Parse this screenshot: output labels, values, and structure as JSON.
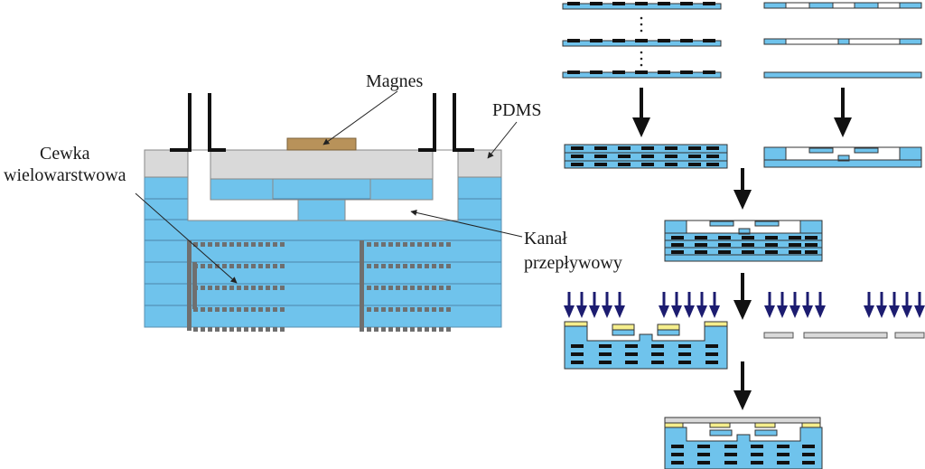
{
  "labels": {
    "magnet": "Magnes",
    "pdms": "PDMS",
    "coil_line1": "Cewka",
    "coil_line2": "wielowarstwowa",
    "channel_line1": "Kanał",
    "channel_line2": "przepływowy"
  },
  "colors": {
    "ceramic_blue": "#6fc3ec",
    "pdms_gray": "#d9d9d9",
    "magnet_tan": "#b8925a",
    "coil_gray": "#6f6f6f",
    "conductor_black": "#111111",
    "uv_arrow_navy": "#1c1c70",
    "photoresist_yellow": "#f5ee8c",
    "outline": "#333333"
  },
  "icons": {
    "process_arrow": "down-arrow-icon",
    "exposure_arrow": "uv-exposure-arrow-icon"
  }
}
